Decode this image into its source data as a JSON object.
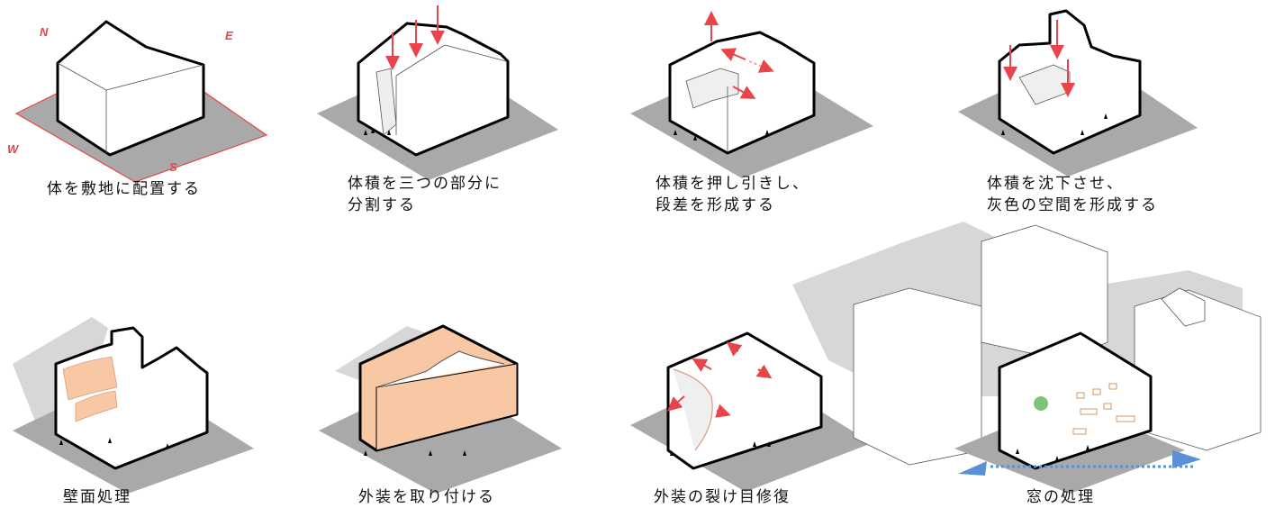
{
  "compass": {
    "n": "N",
    "e": "E",
    "s": "S",
    "w": "W"
  },
  "steps": [
    {
      "caption": "体を敷地に配置する"
    },
    {
      "caption": "体積を三つの部分に\n分割する"
    },
    {
      "caption": "体積を押し引きし、\n段差を形成する"
    },
    {
      "caption": "体積を沈下させ、\n灰色の空間を形成する"
    },
    {
      "caption": "壁面処理"
    },
    {
      "caption": "外装を取り付ける"
    },
    {
      "caption": "外装の裂け目修復"
    },
    {
      "caption": "窓の処理"
    }
  ],
  "colors": {
    "arrow": "#e8454b",
    "facade": "#f8c7a4",
    "ground": "#a9a9a9",
    "shadow": "#d7d7d7",
    "window_axis": "#5b8fd6",
    "greenery": "#7cc47a"
  }
}
